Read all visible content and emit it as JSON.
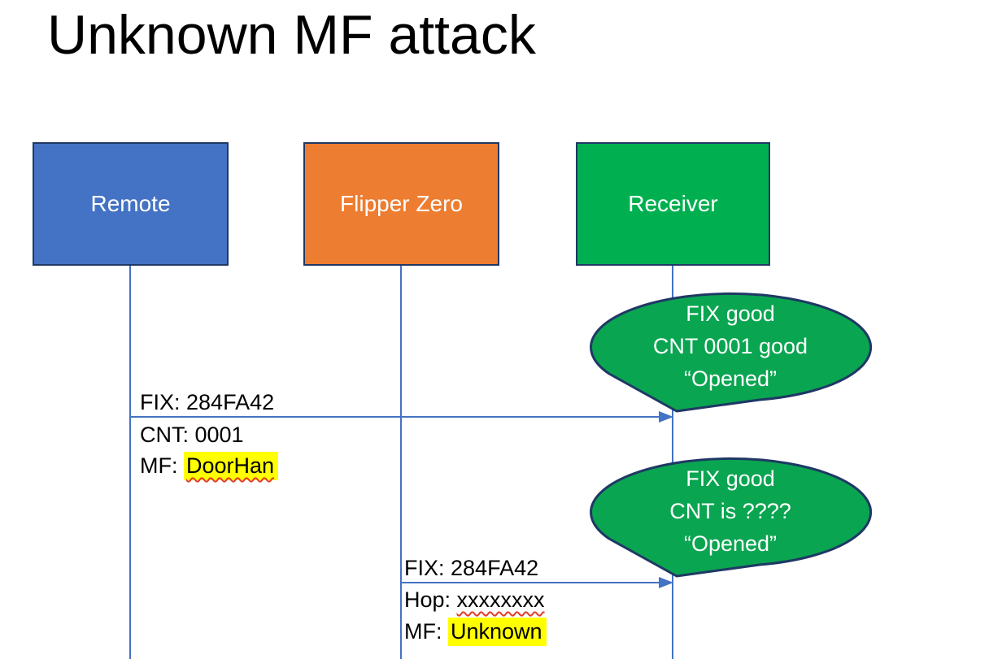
{
  "slide": {
    "title": "Unknown MF attack"
  },
  "actors": [
    {
      "id": "remote",
      "label": "Remote",
      "fill": "#4472c4",
      "border": "#1f3864"
    },
    {
      "id": "flipper-zero",
      "label": "Flipper Zero",
      "fill": "#ed7d31",
      "border": "#1f3864"
    },
    {
      "id": "receiver",
      "label": "Receiver",
      "fill": "#00b050",
      "border": "#1f3864"
    }
  ],
  "messages": [
    {
      "from": "Remote",
      "to": "Receiver",
      "lines": [
        {
          "prefix": "FIX: ",
          "value": "284FA42",
          "highlight": false,
          "spell_squiggle": false
        },
        {
          "prefix": "CNT: ",
          "value": "0001",
          "highlight": false,
          "spell_squiggle": false
        },
        {
          "prefix": "MF: ",
          "value": "DoorHan",
          "highlight": true,
          "spell_squiggle": true
        }
      ]
    },
    {
      "from": "Flipper Zero",
      "to": "Receiver",
      "lines": [
        {
          "prefix": "FIX: ",
          "value": "284FA42",
          "highlight": false,
          "spell_squiggle": false
        },
        {
          "prefix": "Hop: ",
          "value": "xxxxxxxx",
          "highlight": false,
          "spell_squiggle": true
        },
        {
          "prefix": "MF: ",
          "value": "Unknown",
          "highlight": true,
          "spell_squiggle": false
        }
      ]
    }
  ],
  "callouts": [
    {
      "speaker": "Receiver",
      "lines": [
        "FIX good",
        "CNT 0001 good",
        "“Opened”"
      ]
    },
    {
      "speaker": "Receiver",
      "lines": [
        "FIX good",
        "CNT is ????",
        "“Opened”"
      ]
    }
  ],
  "colors": {
    "lifeline_blue": "#4472c4",
    "callout_fill": "#0aa551",
    "dark_border": "#1f3864",
    "highlight_yellow": "#ffff00",
    "squiggle_red": "#e23d28",
    "text_black": "#000000",
    "text_white": "#ffffff",
    "background": "#ffffff"
  }
}
